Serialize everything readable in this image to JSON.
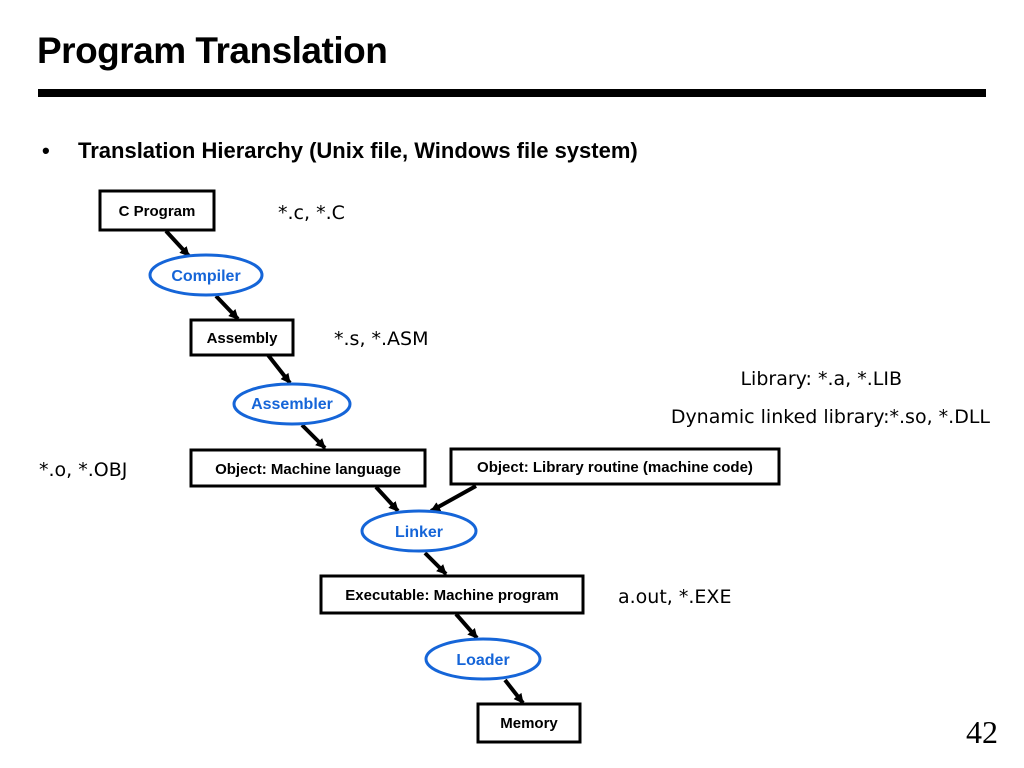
{
  "slide": {
    "title": "Program Translation",
    "bullet_symbol": "•",
    "bullet_text": "Translation Hierarchy (Unix file, Windows file system)",
    "page_number": "42"
  },
  "diagram": {
    "nodes": {
      "c_program": "C Program",
      "compiler": "Compiler",
      "assembly": "Assembly",
      "assembler": "Assembler",
      "object_machine": "Object: Machine language",
      "object_library": "Object: Library routine (machine code)",
      "linker": "Linker",
      "executable": "Executable: Machine program",
      "loader": "Loader",
      "memory": "Memory"
    },
    "notes": {
      "c_ext": "*.c, *.C",
      "asm_ext": "*.s, *.ASM",
      "library": "Library: *.a, *.LIB",
      "dynamic_library": "Dynamic linked library:*.so, *.DLL",
      "obj_ext": "*.o, *.OBJ",
      "exe_ext": "a.out, *.EXE"
    }
  },
  "colors": {
    "tool_outline": "#1565d8",
    "box_outline": "#000000"
  }
}
